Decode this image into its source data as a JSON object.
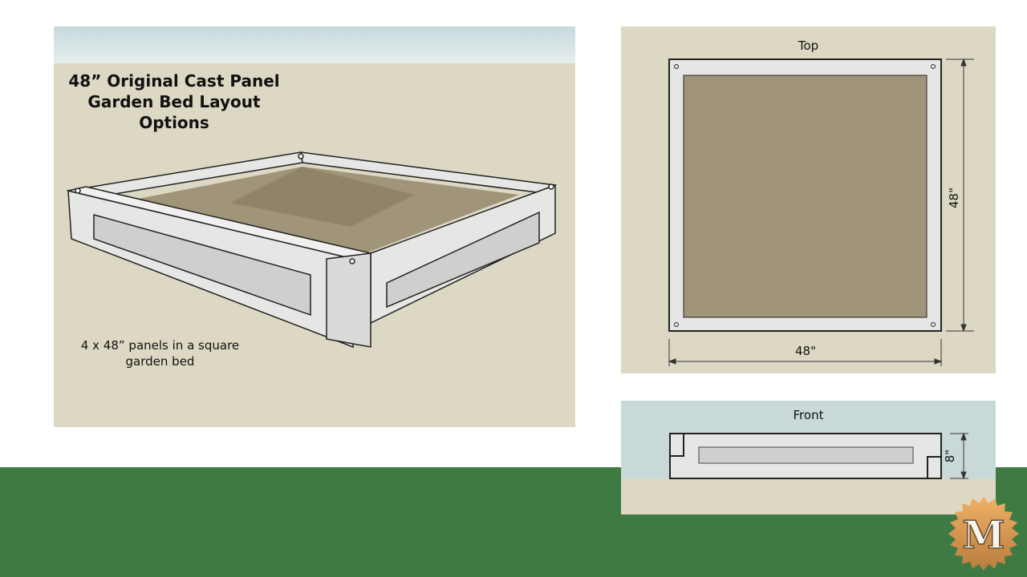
{
  "left_panel": {
    "title_lines": [
      "48” Original Cast Panel",
      "Garden Bed Layout",
      "Options"
    ],
    "caption_lines": [
      "4 x 48” panels in a square",
      "garden bed"
    ]
  },
  "top_view": {
    "label": "Top",
    "width_dim": "48\"",
    "height_dim": "48\""
  },
  "front_view": {
    "label": "Front",
    "height_dim": "8\""
  },
  "logo": {
    "letter": "M"
  },
  "colors": {
    "ground": "#3f7a43",
    "panel_bg": "#dcd8c4",
    "soil": "#a09479",
    "concrete": "#e4e4e2"
  }
}
